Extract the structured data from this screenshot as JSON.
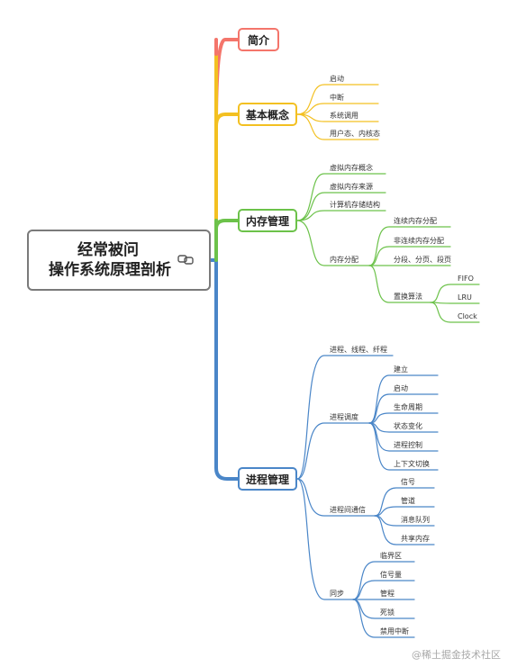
{
  "root": {
    "line1": "经常被问",
    "line2": "操作系统原理剖析",
    "link_icon": "link-icon"
  },
  "branches": {
    "intro": {
      "label": "简介",
      "color": "#f4756b"
    },
    "basic": {
      "label": "基本概念",
      "color": "#f3c021",
      "items": [
        "启动",
        "中断",
        "系统调用",
        "用户态、内核态"
      ]
    },
    "memory": {
      "label": "内存管理",
      "color": "#6cc24a",
      "items": [
        "虚拟内存概念",
        "虚拟内存来源",
        "计算机存储结构"
      ],
      "alloc": {
        "label": "内存分配",
        "items": [
          "连续内存分配",
          "非连续内存分配",
          "分段、分页、段页"
        ],
        "replace": {
          "label": "置换算法",
          "items": [
            "FIFO",
            "LRU",
            "Clock"
          ]
        }
      }
    },
    "process": {
      "label": "进程管理",
      "color": "#4a86c8",
      "first": "进程、线程、纤程",
      "sched": {
        "label": "进程调度",
        "items": [
          "建立",
          "启动",
          "生命周期",
          "状态变化",
          "进程控制",
          "上下文切换"
        ]
      },
      "ipc": {
        "label": "进程间通信",
        "items": [
          "信号",
          "管道",
          "消息队列",
          "共享内存"
        ]
      },
      "sync": {
        "label": "同步",
        "items": [
          "临界区",
          "信号量",
          "管程",
          "死锁",
          "禁用中断"
        ]
      }
    }
  },
  "watermark": "@稀土掘金技术社区"
}
